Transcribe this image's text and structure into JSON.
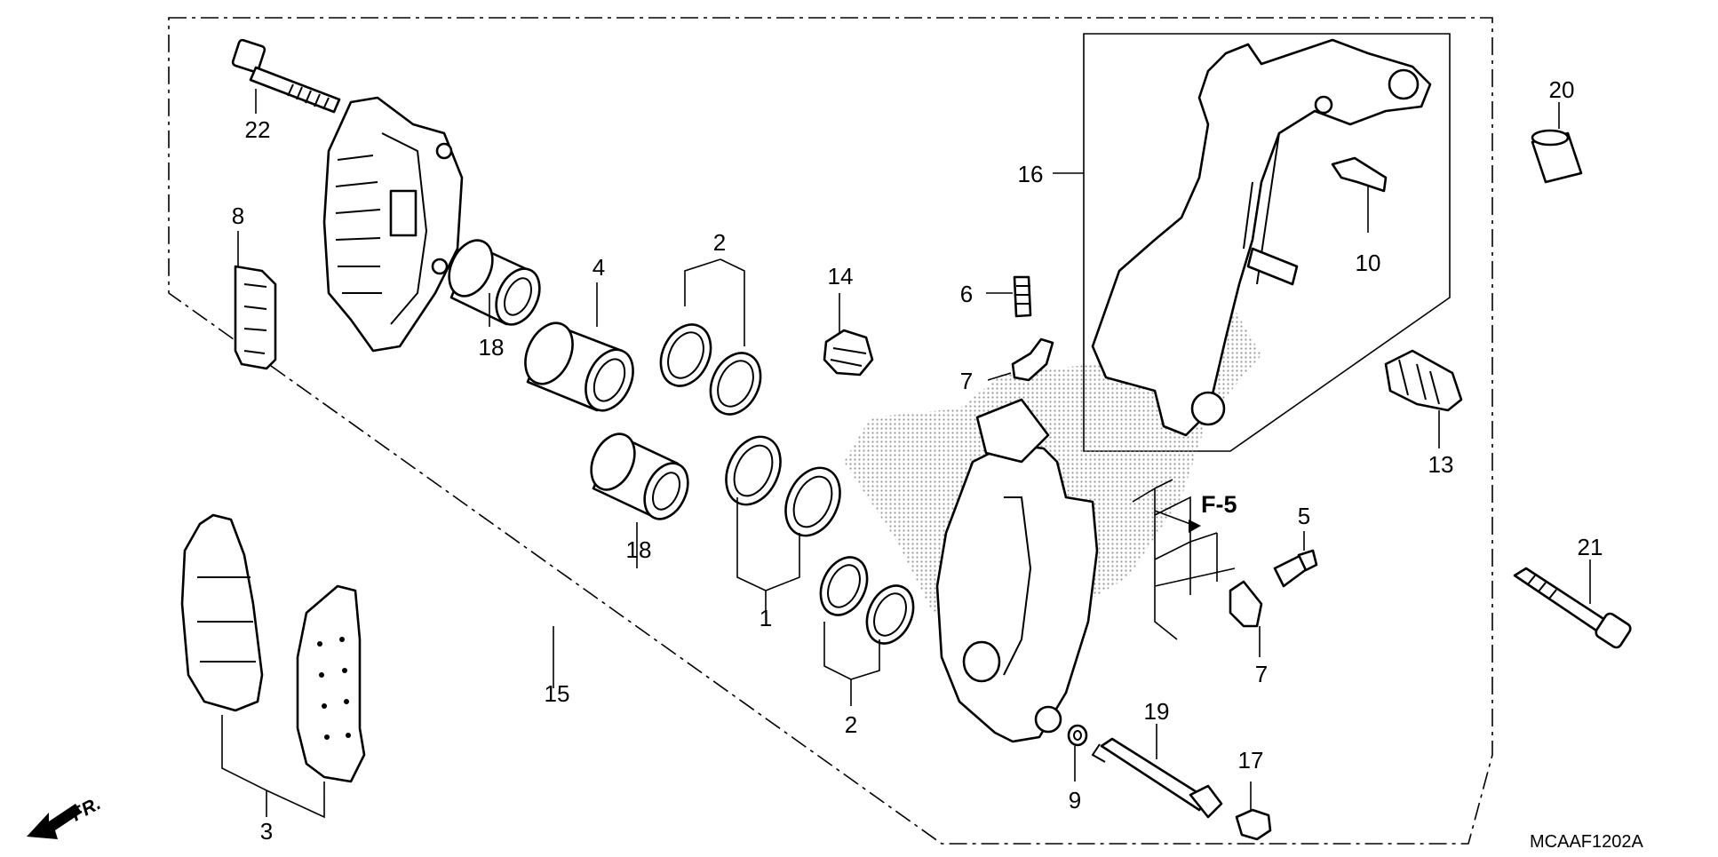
{
  "diagram_code": "MCAAF1202A",
  "section_ref": "F-5",
  "direction_label": "FR.",
  "callouts": {
    "c1": "1",
    "c2": "2",
    "c3": "3",
    "c4": "4",
    "c5": "5",
    "c6": "6",
    "c7": "7",
    "c8": "8",
    "c9": "9",
    "c10": "10",
    "c13": "13",
    "c14": "14",
    "c15": "15",
    "c16": "16",
    "c17": "17",
    "c18": "18",
    "c19": "19",
    "c20": "20",
    "c21": "21",
    "c22": "22"
  },
  "colors": {
    "line": "#000000",
    "background": "#ffffff",
    "shading": "#9a9a9a"
  }
}
